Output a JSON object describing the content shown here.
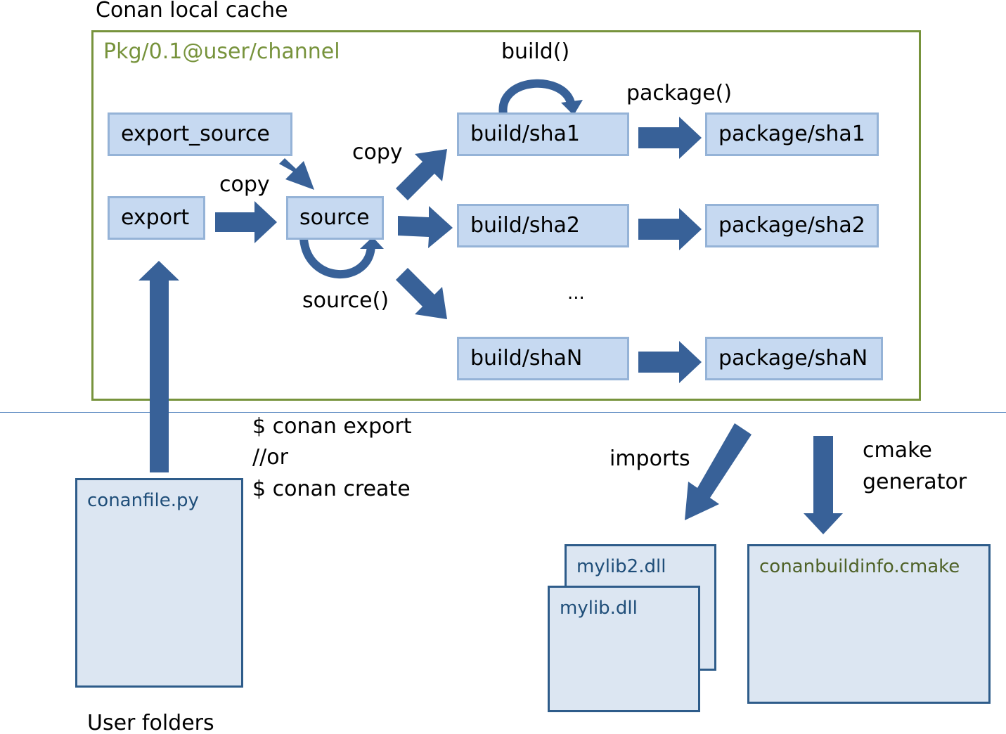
{
  "cache": {
    "title": "Conan local cache",
    "package_ref": "Pkg/0.1@user/channel"
  },
  "boxes": {
    "export_source": "export_source",
    "export": "export",
    "source": "source",
    "build_sha1": "build/sha1",
    "build_sha2": "build/sha2",
    "build_shaN": "build/shaN",
    "package_sha1": "package/sha1",
    "package_sha2": "package/sha2",
    "package_shaN": "package/shaN"
  },
  "labels": {
    "copy_to_source": "copy",
    "copy_to_build": "copy",
    "build_method": "build()",
    "package_method": "package()",
    "source_method": "source()",
    "ellipsis": "...",
    "imports": "imports",
    "cmake_generator_line1": "cmake",
    "cmake_generator_line2": "generator"
  },
  "commands": [
    "$ conan export",
    "//or",
    "$ conan create"
  ],
  "files": {
    "conanfile": "conanfile.py",
    "mylib2": "mylib2.dll",
    "mylib": "mylib.dll",
    "conanbuildinfo": "conanbuildinfo.cmake"
  },
  "user_folders": "User folders",
  "colors": {
    "cache_border": "#77933c",
    "package_ref_text": "#77933c",
    "box_fill": "#c6d9f1",
    "box_border": "#95b3d7",
    "arrow": "#386198",
    "file_fill": "#dce6f2",
    "file_border": "#2e5c8a",
    "divider": "#4f81bd"
  }
}
